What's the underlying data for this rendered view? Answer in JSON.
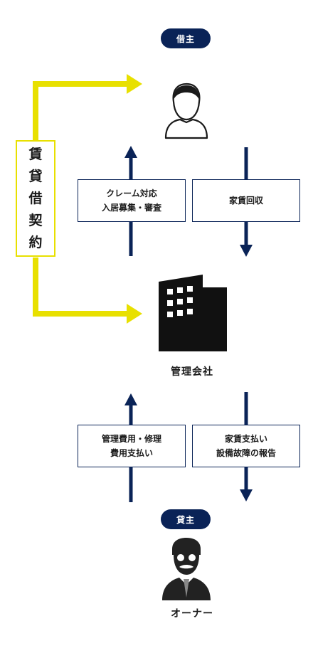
{
  "tenant": {
    "badge": "借主"
  },
  "owner": {
    "badge": "貸主",
    "name": "オーナー"
  },
  "company": {
    "name": "管理会社"
  },
  "contract": {
    "chars": [
      "賃",
      "貸",
      "借",
      "契",
      "約"
    ]
  },
  "flows": {
    "tenant_to_company": [
      "クレーム対応",
      "入居募集・審査"
    ],
    "company_to_tenant": [
      "家賃回収"
    ],
    "owner_to_company": [
      "管理費用・修理",
      "費用支払い"
    ],
    "company_to_owner": [
      "家賃支払い",
      "設備故障の報告"
    ]
  },
  "colors": {
    "navy": "#0a2357",
    "yellow": "#e8e000"
  },
  "icons": {
    "tenant": "person-icon",
    "company": "office-building-icon",
    "owner": "owner-person-icon"
  }
}
